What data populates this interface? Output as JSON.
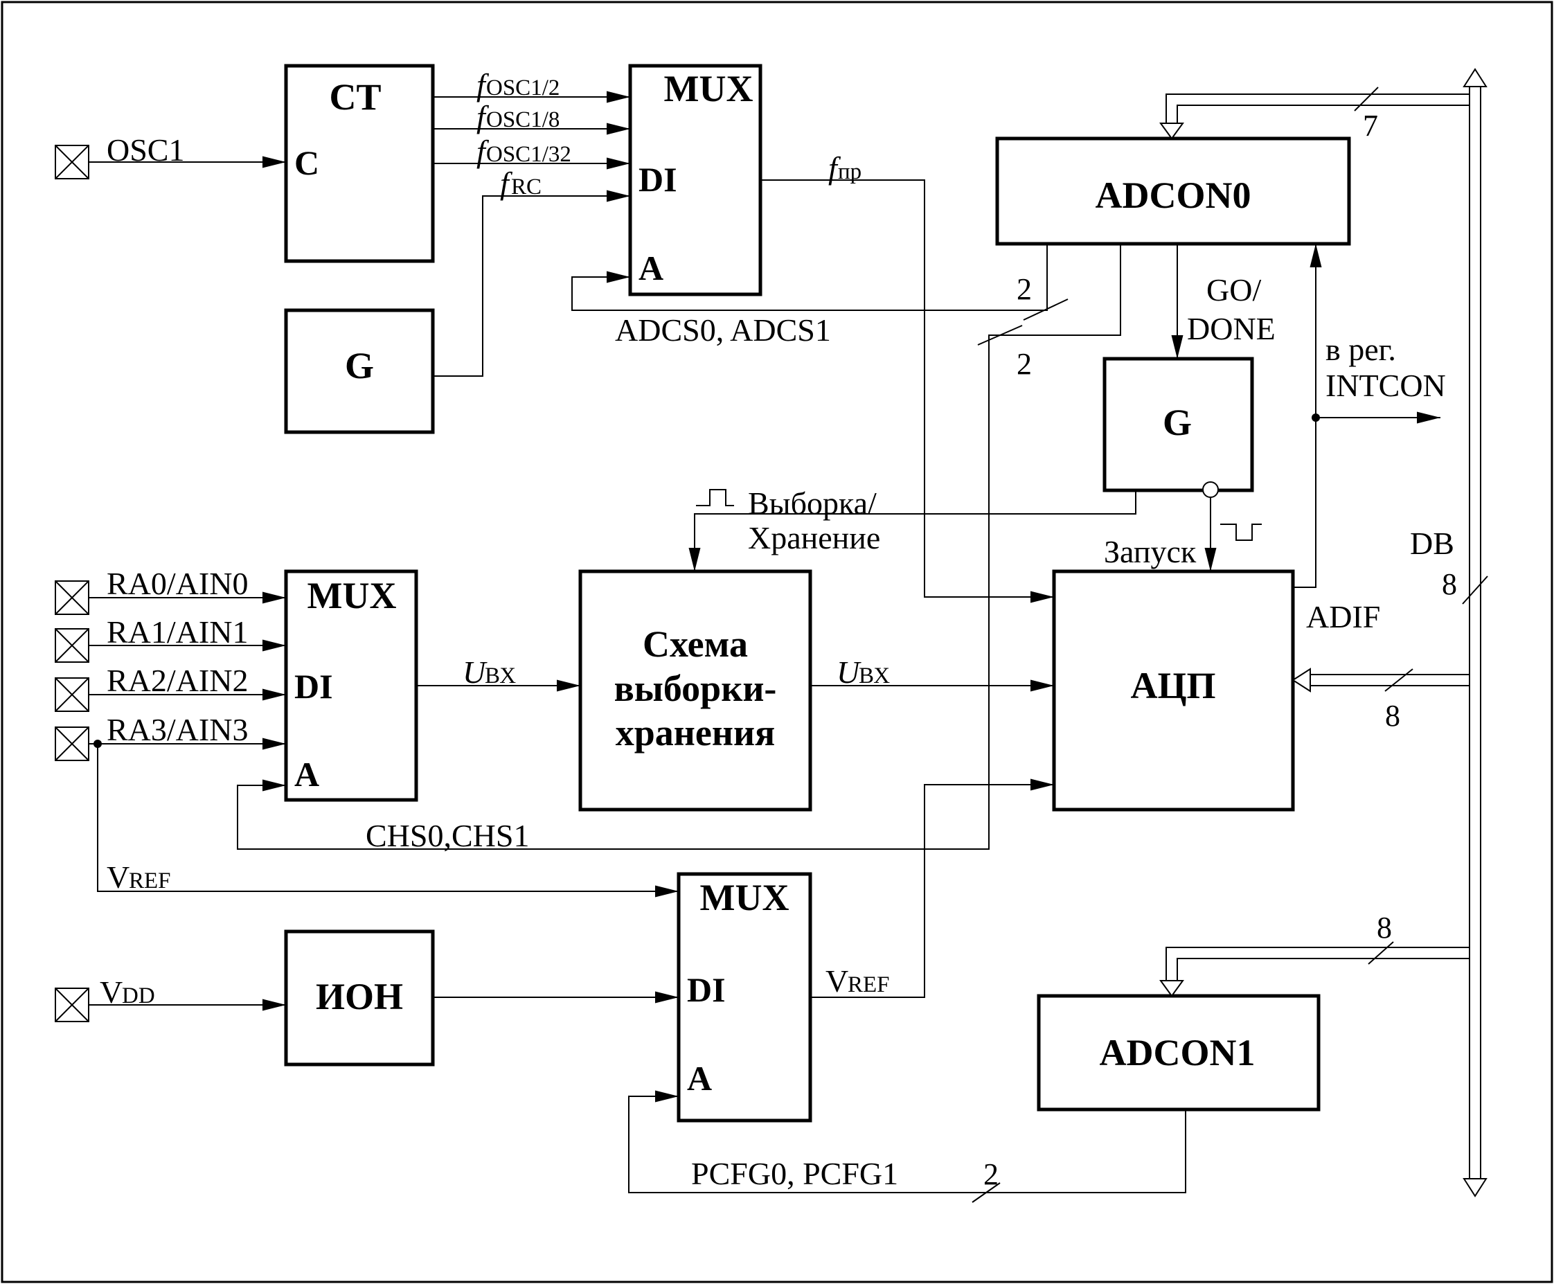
{
  "blocks": {
    "counter": "CT",
    "counter_pin_c": "C",
    "gen_top": "G",
    "mux_clock": "MUX",
    "mux_clock_di": "DI",
    "mux_clock_a": "A",
    "adcon0": "ADCON0",
    "gen_right": "G",
    "mux_input": "MUX",
    "mux_input_di": "DI",
    "mux_input_a": "A",
    "sample_hold_1": "Схема",
    "sample_hold_2": "выборки-",
    "sample_hold_3": "хранения",
    "adc": "АЦП",
    "ion": "ИОН",
    "mux_ref": "MUX",
    "mux_ref_di": "DI",
    "mux_ref_a": "A",
    "adcon1": "ADCON1"
  },
  "pins": {
    "osc1": "OSC1",
    "ra0": "RA0/AIN0",
    "ra1": "RA1/AIN1",
    "ra2": "RA2/AIN2",
    "ra3": "RA3/AIN3",
    "vdd_main": "V",
    "vdd_sub": "DD"
  },
  "signals": {
    "f": "f",
    "fosc2": "OSC1/2",
    "fosc8": "OSC1/8",
    "fosc32": "OSC1/32",
    "frc": "RC",
    "fpr": "пр",
    "adcs": "ADCS0, ADCS1",
    "go_1": "GO/",
    "go_2": "DONE",
    "intcon_1": "в рег.",
    "intcon_2": "INTCON",
    "sample_1": "Выборка/",
    "sample_2": "Хранение",
    "start": "Запуск",
    "db": "DB",
    "adif": "ADIF",
    "u": "U",
    "u_sub": "ВХ",
    "chs": "CHS0,CHS1",
    "v": "V",
    "vref_sub": "REF",
    "pcfg": "PCFG0, PCFG1"
  },
  "bus_widths": {
    "adcon0_bus": "7",
    "adcs_width": "2",
    "chs_width": "2",
    "db_width": "8",
    "adc_bus": "8",
    "adcon1_bus": "8",
    "pcfg_width": "2"
  }
}
